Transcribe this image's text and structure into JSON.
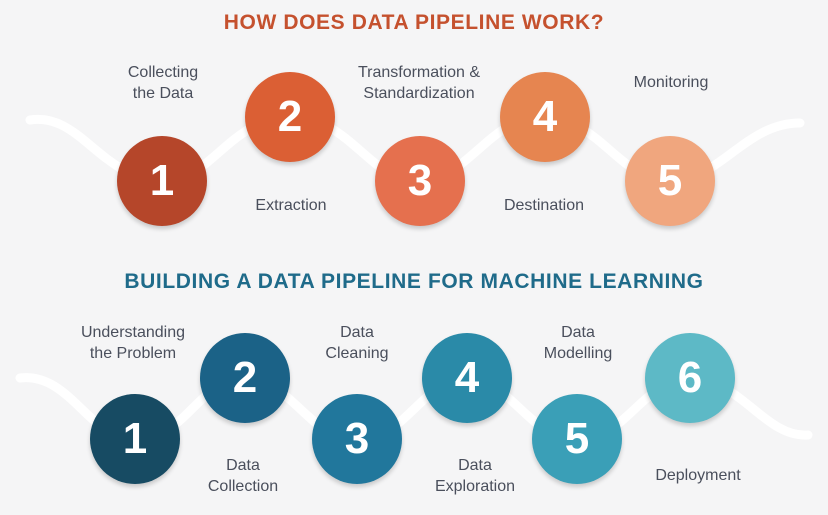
{
  "section1": {
    "title": "HOW DOES DATA PIPELINE WORK?",
    "steps": [
      {
        "number": "1",
        "label": "Extraction",
        "color": "#b5462a"
      },
      {
        "number": "2",
        "label": "Collecting\nthe Data",
        "color": "#db5f34"
      },
      {
        "number": "3",
        "label": "Transformation &\nStandardization",
        "color": "#e5704e"
      },
      {
        "number": "4",
        "label": "Destination",
        "color": "#e68550"
      },
      {
        "number": "5",
        "label": "Monitoring",
        "color": "#f0a67e"
      }
    ]
  },
  "section2": {
    "title": "BUILDING A DATA PIPELINE FOR MACHINE LEARNING",
    "steps": [
      {
        "number": "1",
        "label": "Understanding\nthe Problem",
        "color": "#174b63"
      },
      {
        "number": "2",
        "label": "Data\nCollection",
        "color": "#1b6287"
      },
      {
        "number": "3",
        "label": "Data\nCleaning",
        "color": "#21779c"
      },
      {
        "number": "4",
        "label": "Data\nExploration",
        "color": "#2a8aa8"
      },
      {
        "number": "5",
        "label": "Data\nModelling",
        "color": "#3a9fb7"
      },
      {
        "number": "6",
        "label": "Deployment",
        "color": "#5db9c6"
      }
    ]
  }
}
